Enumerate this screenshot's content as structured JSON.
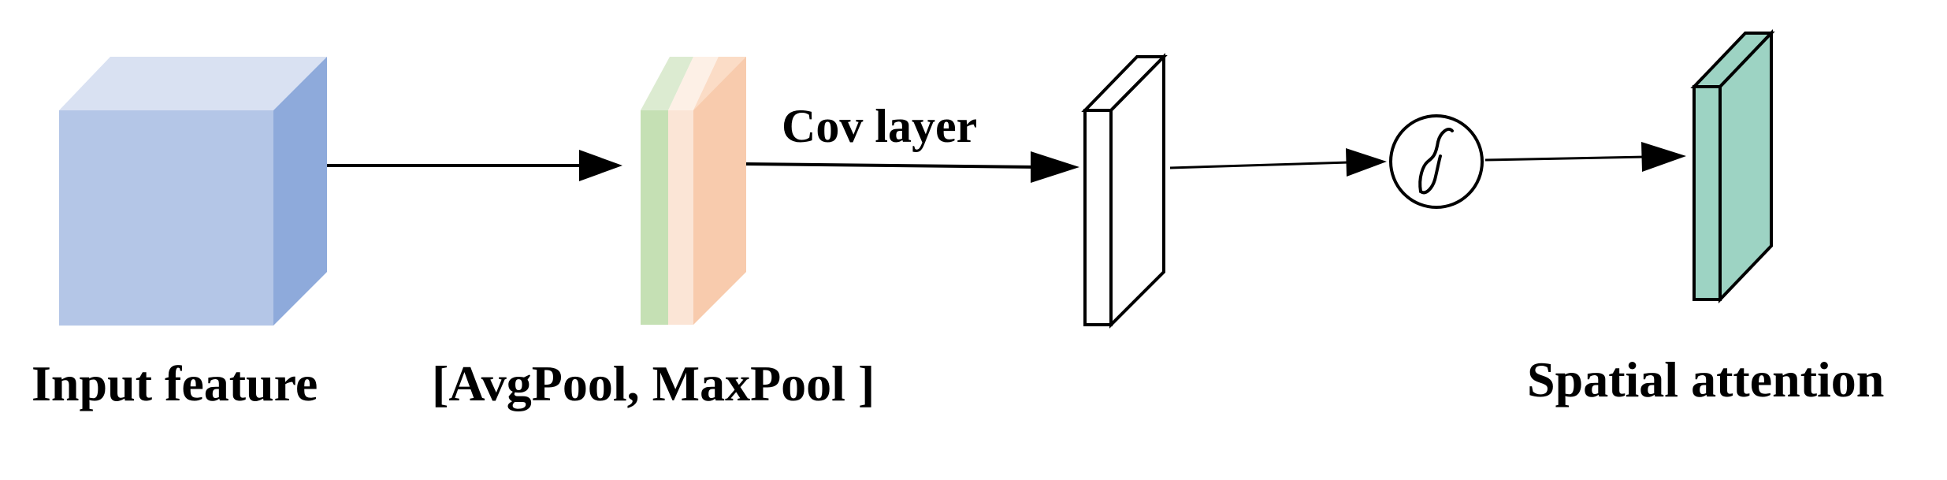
{
  "labels": {
    "input_feature": "Input feature",
    "pooling": "[AvgPool, MaxPool ]",
    "conv_layer": "Cov layer",
    "output": "Spatial attention"
  },
  "colors": {
    "input_cube_front": "#b4c6e7",
    "input_cube_top": "#d9e1f2",
    "input_cube_side": "#8eaadb",
    "avgpool_layer": "#c5e0b4",
    "maxpool_layer_light": "#fbe5d6",
    "maxpool_layer": "#f8cbad",
    "attention_map": "#9dd3c3",
    "stroke": "#000000"
  },
  "icons": {
    "activation": "sigmoid-icon"
  }
}
